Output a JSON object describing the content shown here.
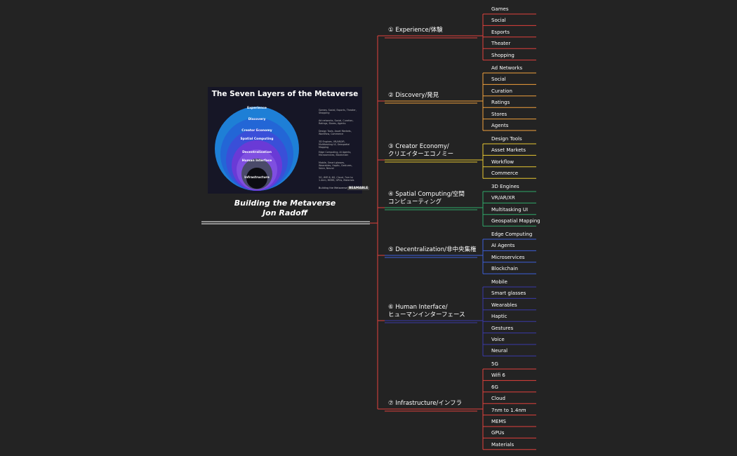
{
  "root": {
    "card_title": "The Seven Layers of the Metaverse",
    "title_line1": "Building the Metaverse",
    "title_line2": "Jon Radoff",
    "card_layers": [
      "Experience",
      "Discovery",
      "Creator Economy",
      "Spatial Computing",
      "Decentralization",
      "Human Interface",
      "Infrastructure"
    ],
    "card_notes": [
      "Games, Social, Esports, Theater, Shopping",
      "Ad networks, Social, Curation, Ratings, Stores, Agents",
      "Design Tools, Asset Markets, Workflow, Commerce",
      "3D Engines, VR/AR/XR, Multitasking UI, Geospatial Mapping",
      "Edge Computing, AI Agents, Microservices, Blockchain",
      "Mobile, Smart glasses, Wearables, Haptic, Gestures, Voice, Neural",
      "5G, WiFi 6, 6G, Cloud, 7nm to 1.4nm, MEMS, GPUs, Materials"
    ],
    "card_caption": "Building the Metaverse Jon Radoff",
    "card_logo": "BEAMABLE"
  },
  "branches": [
    {
      "line1": "① Experience/体験",
      "line2": "",
      "color": "#e0413c",
      "children": [
        "Games",
        "Social",
        "Esports",
        "Theater",
        "Shopping"
      ]
    },
    {
      "line1": "② Discovery/発見",
      "line2": "",
      "color": "#f0a03c",
      "children": [
        "Ad Networks",
        "Social",
        "Curation",
        "Ratings",
        "Stores",
        "Agents"
      ]
    },
    {
      "line1": "③ Creator Economy/",
      "line2": "クリエイターエコノミー",
      "color": "#e8c832",
      "children": [
        "Design Tools",
        "Asset Markets",
        "Workflow",
        "Commerce"
      ]
    },
    {
      "line1": "④ Spatial Computing/空間",
      "line2": "コンピューティング",
      "color": "#2fa86a",
      "children": [
        "3D Engines",
        "VR/AR/XR",
        "Multitasking UI",
        "Geospatial Mapping"
      ]
    },
    {
      "line1": "⑤ Decentralization/非中央集権",
      "line2": "",
      "color": "#3d5fd8",
      "children": [
        "Edge Computing",
        "AI Agents",
        "Microservices",
        "Blockchain"
      ]
    },
    {
      "line1": "⑥ Human Interface/",
      "line2": "ヒューマンインターフェース",
      "color": "#3a3aa8",
      "children": [
        "Mobile",
        "Smart glasses",
        "Wearables",
        "Haptic",
        "Gestures",
        "Voice",
        "Neural"
      ]
    },
    {
      "line1": "⑦ Infrastructure/インフラ",
      "line2": "",
      "color": "#e0413c",
      "children": [
        "5G",
        "Wifi 6",
        "6G",
        "Cloud",
        "7nm to 1.4nm",
        "MEMS",
        "GPUs",
        "Materials"
      ]
    }
  ]
}
